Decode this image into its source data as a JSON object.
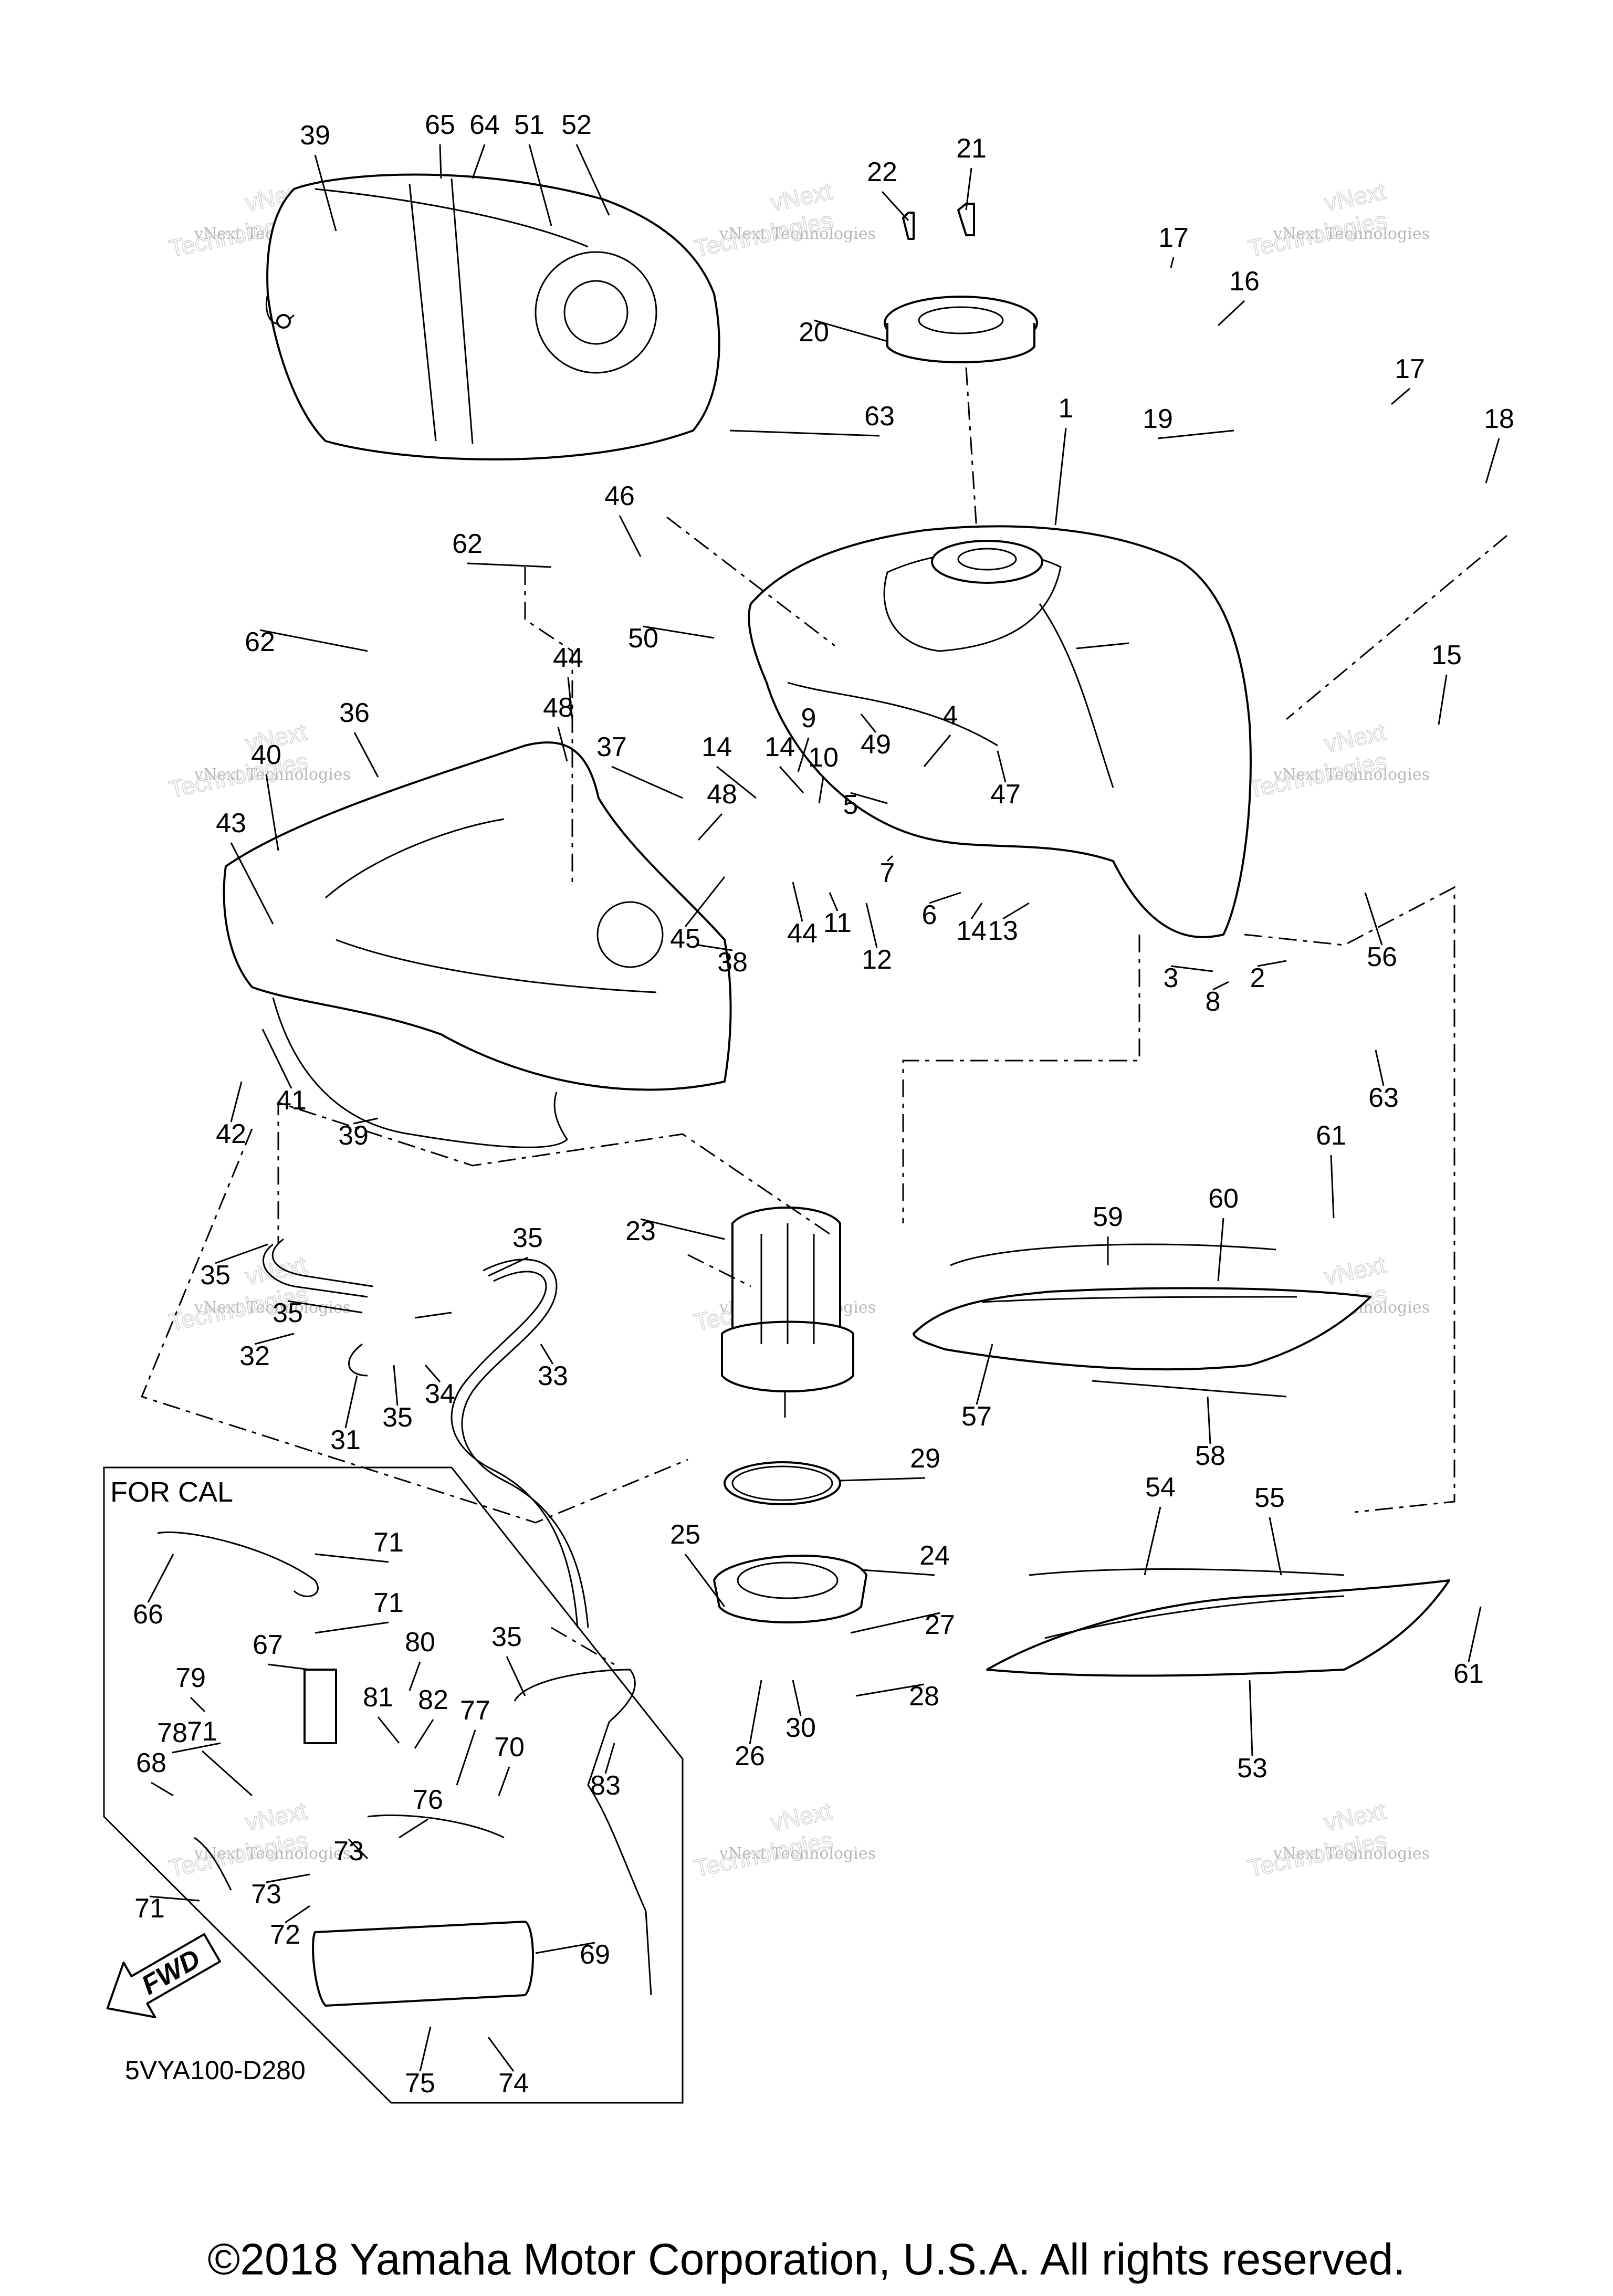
{
  "diagram": {
    "group_label": "FOR CAL",
    "drawing_code": "5VYA100-D280",
    "fwd_label": "FWD",
    "watermark_line1": "vNext Technologies",
    "watermark_line2": "vNext\nTechnologies",
    "callouts": [
      {
        "n": "1"
      },
      {
        "n": "2"
      },
      {
        "n": "3"
      },
      {
        "n": "4"
      },
      {
        "n": "5"
      },
      {
        "n": "6"
      },
      {
        "n": "7"
      },
      {
        "n": "8"
      },
      {
        "n": "9"
      },
      {
        "n": "10"
      },
      {
        "n": "11"
      },
      {
        "n": "12"
      },
      {
        "n": "13"
      },
      {
        "n": "14"
      },
      {
        "n": "14"
      },
      {
        "n": "14"
      },
      {
        "n": "15"
      },
      {
        "n": "16"
      },
      {
        "n": "17"
      },
      {
        "n": "17"
      },
      {
        "n": "18"
      },
      {
        "n": "19"
      },
      {
        "n": "20"
      },
      {
        "n": "21"
      },
      {
        "n": "22"
      },
      {
        "n": "23"
      },
      {
        "n": "24"
      },
      {
        "n": "25"
      },
      {
        "n": "26"
      },
      {
        "n": "27"
      },
      {
        "n": "28"
      },
      {
        "n": "29"
      },
      {
        "n": "30"
      },
      {
        "n": "31"
      },
      {
        "n": "32"
      },
      {
        "n": "33"
      },
      {
        "n": "34"
      },
      {
        "n": "35"
      },
      {
        "n": "35"
      },
      {
        "n": "35"
      },
      {
        "n": "35"
      },
      {
        "n": "35"
      },
      {
        "n": "36"
      },
      {
        "n": "37"
      },
      {
        "n": "38"
      },
      {
        "n": "39"
      },
      {
        "n": "39"
      },
      {
        "n": "40"
      },
      {
        "n": "41"
      },
      {
        "n": "42"
      },
      {
        "n": "43"
      },
      {
        "n": "44"
      },
      {
        "n": "44"
      },
      {
        "n": "45"
      },
      {
        "n": "46"
      },
      {
        "n": "47"
      },
      {
        "n": "48"
      },
      {
        "n": "48"
      },
      {
        "n": "49"
      },
      {
        "n": "50"
      },
      {
        "n": "51"
      },
      {
        "n": "52"
      },
      {
        "n": "53"
      },
      {
        "n": "54"
      },
      {
        "n": "55"
      },
      {
        "n": "56"
      },
      {
        "n": "57"
      },
      {
        "n": "58"
      },
      {
        "n": "59"
      },
      {
        "n": "60"
      },
      {
        "n": "61"
      },
      {
        "n": "61"
      },
      {
        "n": "62"
      },
      {
        "n": "62"
      },
      {
        "n": "63"
      },
      {
        "n": "63"
      },
      {
        "n": "64"
      },
      {
        "n": "65"
      },
      {
        "n": "66"
      },
      {
        "n": "67"
      },
      {
        "n": "68"
      },
      {
        "n": "69"
      },
      {
        "n": "70"
      },
      {
        "n": "71"
      },
      {
        "n": "71"
      },
      {
        "n": "71"
      },
      {
        "n": "71"
      },
      {
        "n": "72"
      },
      {
        "n": "73"
      },
      {
        "n": "73"
      },
      {
        "n": "74"
      },
      {
        "n": "75"
      },
      {
        "n": "76"
      },
      {
        "n": "77"
      },
      {
        "n": "78"
      },
      {
        "n": "79"
      },
      {
        "n": "80"
      },
      {
        "n": "81"
      },
      {
        "n": "82"
      },
      {
        "n": "83"
      }
    ]
  },
  "footer": {
    "copyright": "©2018 Yamaha Motor Corporation, U.S.A. All rights reserved."
  }
}
